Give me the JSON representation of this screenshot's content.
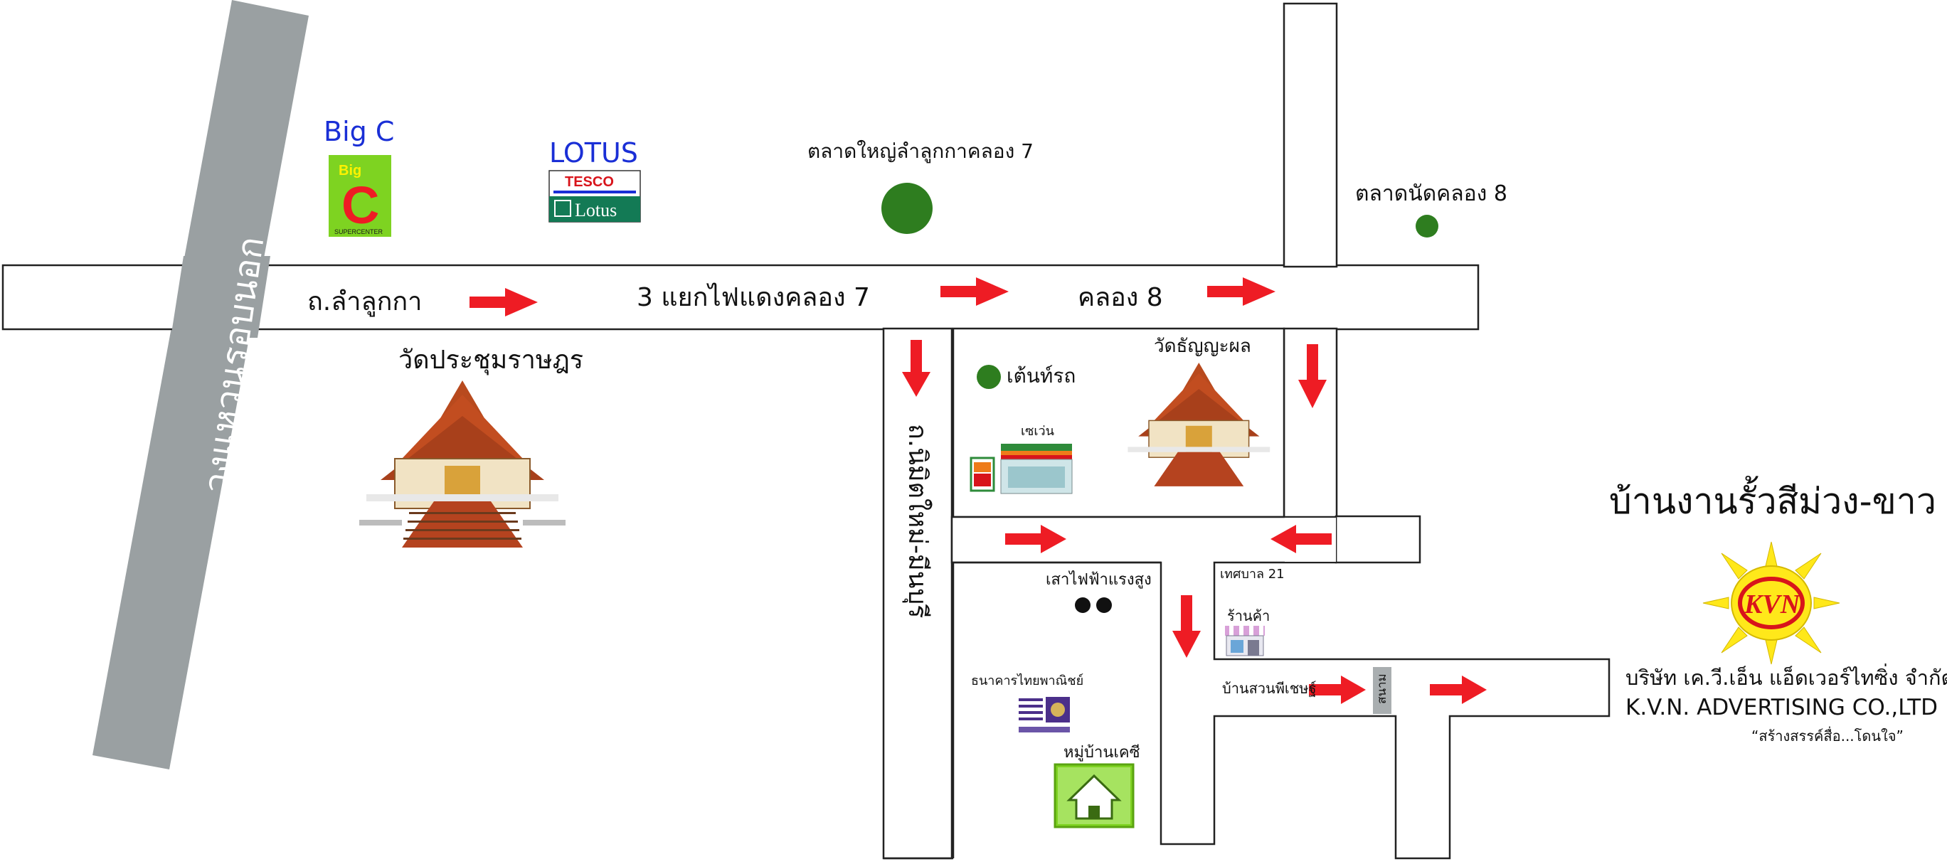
{
  "colors": {
    "road_fill": "#ffffff",
    "road_stroke": "#222222",
    "ring_road": "#9aa0a2",
    "arrow": "#ee1c24",
    "marker_green": "#2e7d1f",
    "title_blue": "#1a2fd6",
    "kvn_yellow": "#ffe81a",
    "kvn_red": "#d8141b"
  },
  "roads": {
    "ring_road": "วงแหวนรอบนอก",
    "lam_luk_ka": "ถ.ลำลูกกา",
    "junction_klong7": "3 แยกไฟแดงคลอง 7",
    "klong8": "คลอง 8",
    "nimit_mai": "ถ.นิมิตใหม่-มีนบุรี",
    "tessaban21": "เทศบาล 21"
  },
  "places": {
    "bigc_title": "Big C",
    "bigc_logo_top": "Big",
    "bigc_logo_letter": "C",
    "bigc_logo_bottom": "SUPERCENTER",
    "lotus_title": "LOTUS",
    "lotus_tesco": "TESCO",
    "lotus_word": "Lotus",
    "market_klong7": "ตลาดใหญ่ลำลูกกาคลอง 7",
    "market_klong8": "ตลาดนัดคลอง 8",
    "wat_prachum": "วัดประชุมราษฎร",
    "wat_thanya": "วัดธัญญะผล",
    "bus_stop": "เต้นท์รถ",
    "seven_eleven": "เซเว่น",
    "power_pole": "เสาไฟฟ้าแรงสูง",
    "scb_bank": "ธนาคารไทยพาณิชย์",
    "village_kessi": "หมู่บ้านเคซี",
    "shop": "ร้านค้า",
    "baan_suan": "บ้านสวนพีเชษฐ์",
    "field": "สนาม"
  },
  "company": {
    "headline": "บ้านงานรั้วสีม่วง-ขาว",
    "logo_text": "KVN",
    "name_thai": "บริษัท เค.วี.เอ็น แอ็ดเวอร์ไทซิ่ง จำกัด",
    "name_eng": "K.V.N. ADVERTISING CO.,LTD",
    "slogan": "“สร้างสรรค์สื่อ...โดนใจ”"
  },
  "icons": [
    "bigc-logo",
    "tesco-lotus-logo",
    "temple-icon",
    "seven-eleven-icon",
    "scb-logo",
    "house-icon",
    "shop-icon",
    "kvn-sun-logo",
    "arrow-right",
    "arrow-down",
    "arrow-left",
    "green-dot-marker",
    "black-dot-marker"
  ]
}
